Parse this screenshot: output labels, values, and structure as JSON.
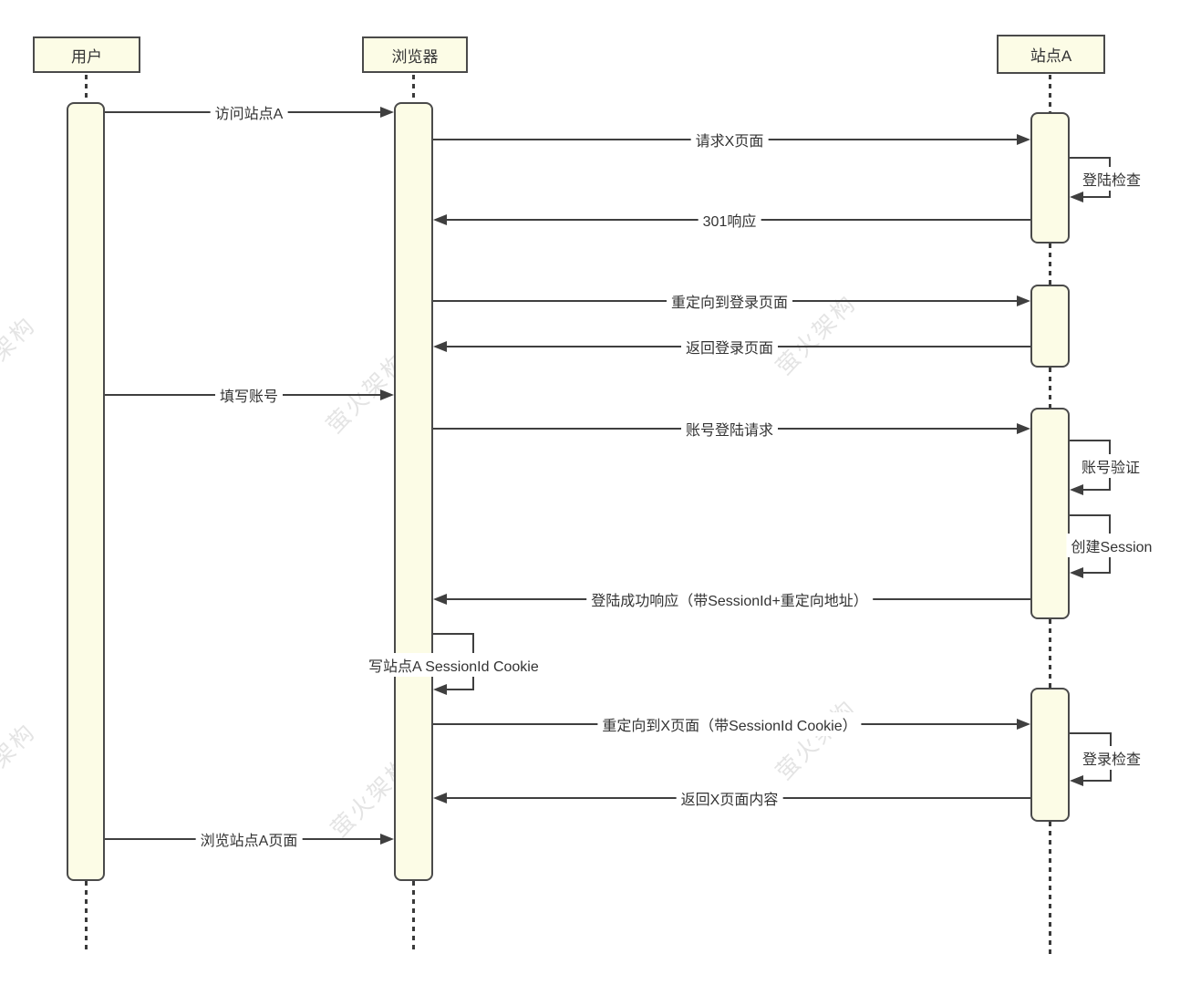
{
  "diagram": {
    "type": "sequence-diagram",
    "watermark": "萤火架构",
    "colors": {
      "shape_fill": "#fcfce6",
      "shape_border": "#4a4a4a",
      "line": "#3f3f3f",
      "text": "#333333",
      "watermark": "#e4e4e4"
    },
    "actors": [
      {
        "label": "用户"
      },
      {
        "label": "浏览器"
      },
      {
        "label": "站点A"
      }
    ],
    "messages": [
      {
        "from": "用户",
        "to": "浏览器",
        "label": "访问站点A"
      },
      {
        "from": "浏览器",
        "to": "站点A",
        "label": "请求X页面"
      },
      {
        "from": "站点A",
        "to": "站点A",
        "label": "登陆检查",
        "self": true
      },
      {
        "from": "站点A",
        "to": "浏览器",
        "label": "301响应"
      },
      {
        "from": "浏览器",
        "to": "站点A",
        "label": "重定向到登录页面"
      },
      {
        "from": "站点A",
        "to": "浏览器",
        "label": "返回登录页面"
      },
      {
        "from": "用户",
        "to": "浏览器",
        "label": "填写账号"
      },
      {
        "from": "浏览器",
        "to": "站点A",
        "label": "账号登陆请求"
      },
      {
        "from": "站点A",
        "to": "站点A",
        "label": "账号验证",
        "self": true
      },
      {
        "from": "站点A",
        "to": "站点A",
        "label": "创建Session",
        "self": true
      },
      {
        "from": "站点A",
        "to": "浏览器",
        "label": "登陆成功响应（带SessionId+重定向地址）"
      },
      {
        "from": "浏览器",
        "to": "浏览器",
        "label": "写站点A SessionId Cookie",
        "self": true
      },
      {
        "from": "浏览器",
        "to": "站点A",
        "label": "重定向到X页面（带SessionId Cookie）"
      },
      {
        "from": "站点A",
        "to": "站点A",
        "label": "登录检查",
        "self": true
      },
      {
        "from": "站点A",
        "to": "浏览器",
        "label": "返回X页面内容"
      },
      {
        "from": "用户",
        "to": "浏览器",
        "label": "浏览站点A页面"
      }
    ]
  }
}
